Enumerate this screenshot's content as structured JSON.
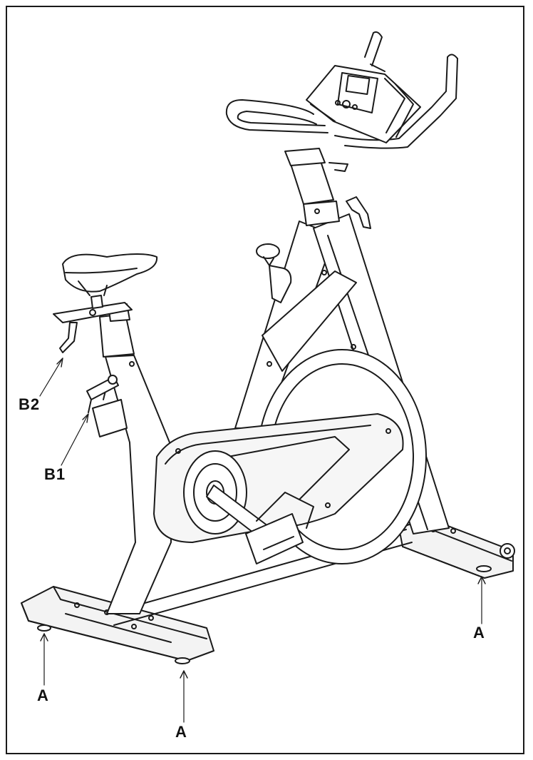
{
  "colors": {
    "line": "#1a1a1a",
    "paper": "#ffffff",
    "fill": "#f3f3f3"
  },
  "callouts": {
    "b2": "B2",
    "b1": "B1",
    "a_rear_left": "A",
    "a_front_left": "A",
    "a_right": "A"
  }
}
